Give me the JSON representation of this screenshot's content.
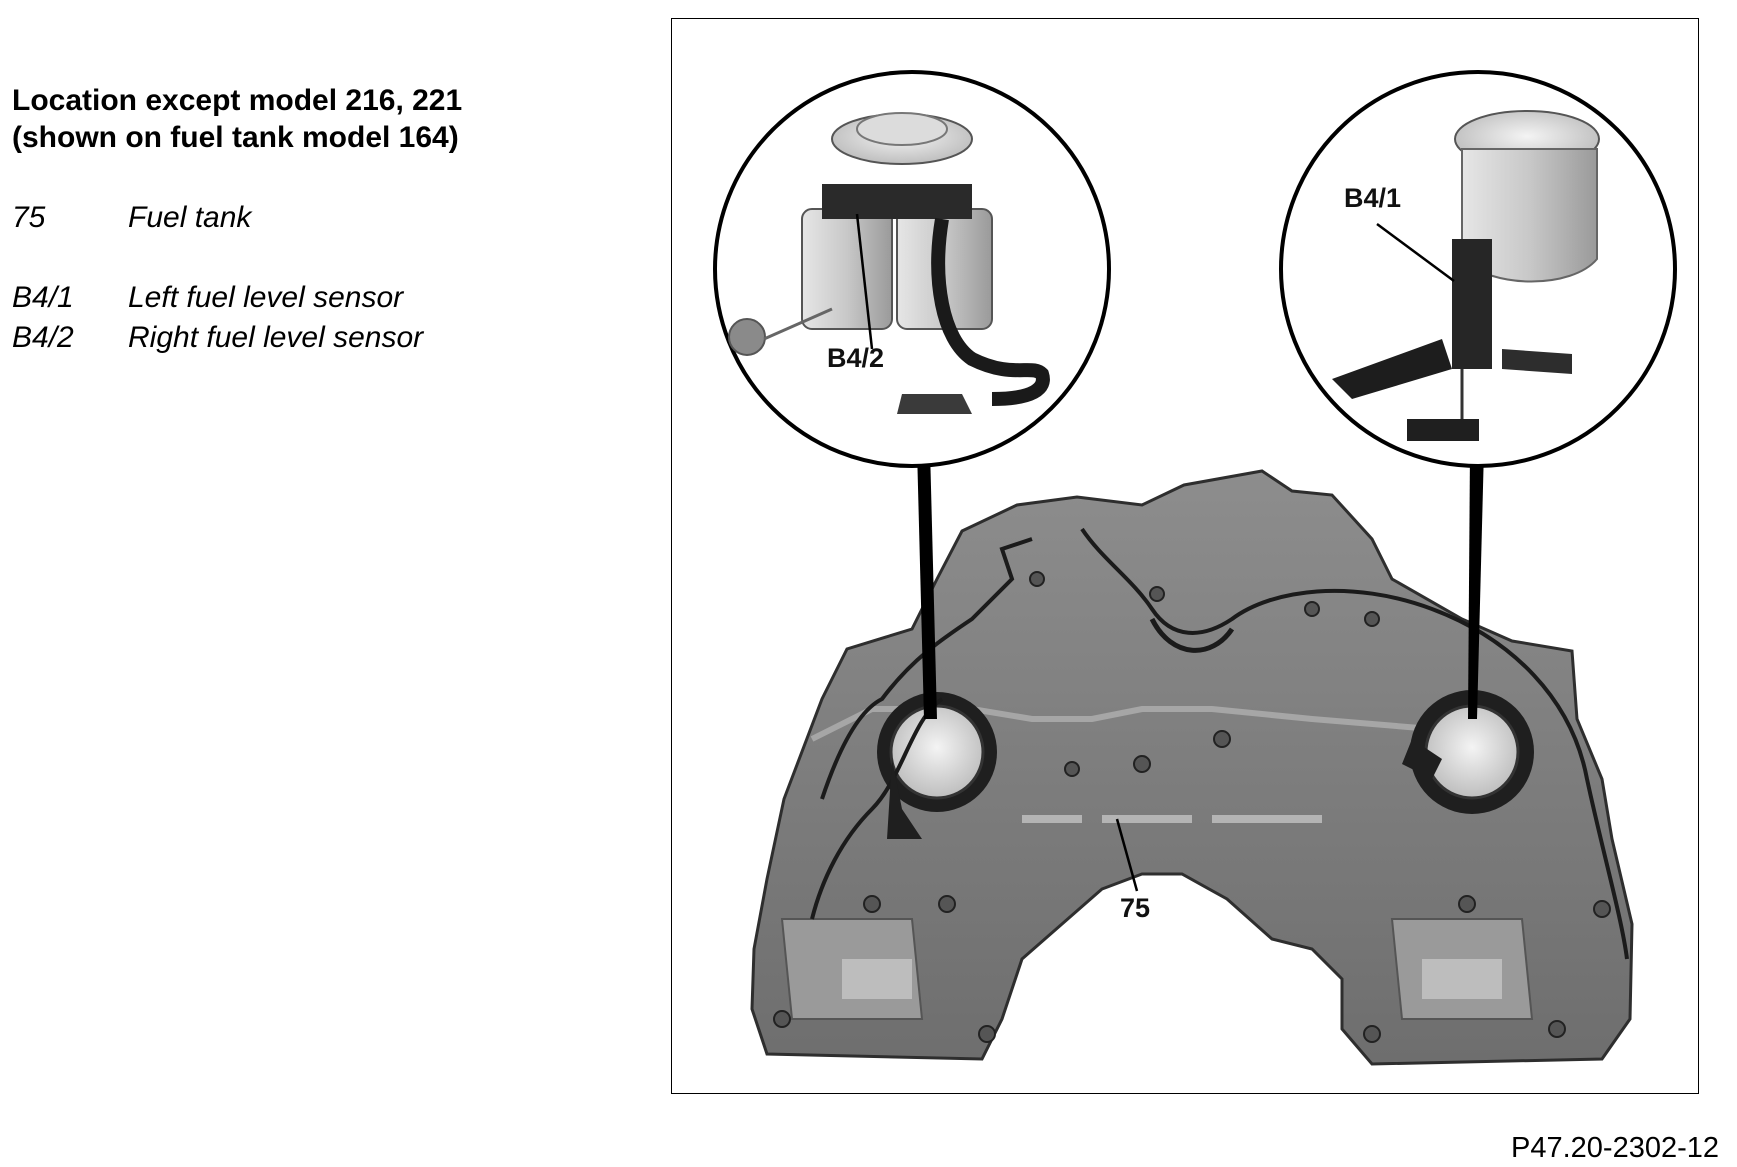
{
  "legend": {
    "title_line1": "Location except model 216, 221",
    "title_line2": "(shown on fuel tank model 164)",
    "items": [
      {
        "code": "75",
        "text": "Fuel tank"
      },
      {
        "code": "B4/1",
        "text": "Left fuel level sensor"
      },
      {
        "code": "B4/2",
        "text": "Right fuel level sensor"
      }
    ]
  },
  "figure": {
    "callouts": {
      "left_detail": "B4/2",
      "right_detail": "B4/1",
      "tank": "75"
    },
    "code": "P47.20-2302-12"
  }
}
